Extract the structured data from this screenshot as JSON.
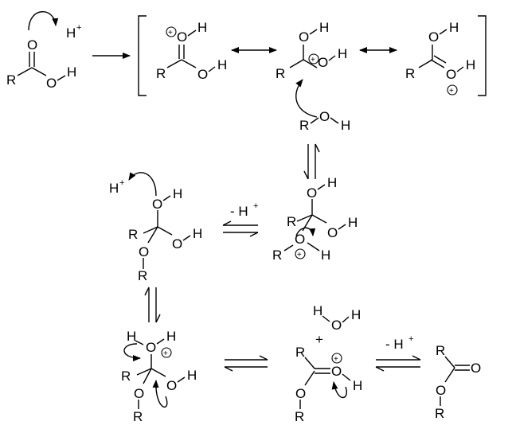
{
  "atoms": {
    "H": "H",
    "O": "O",
    "R": "R",
    "plus": "+",
    "proton": "H",
    "plus_sup": "+"
  },
  "labels": {
    "minus_h": "- H",
    "plus_sign": "+"
  },
  "colors": {
    "ink": "#000000",
    "background": "#ffffff"
  }
}
